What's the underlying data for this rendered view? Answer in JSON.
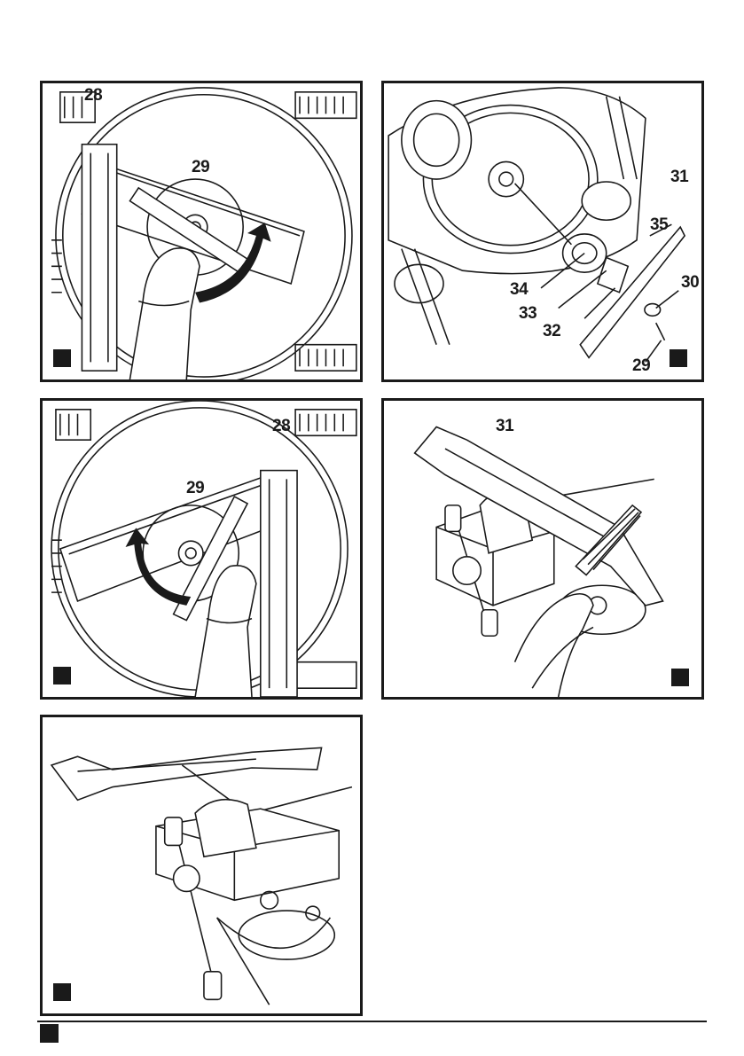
{
  "figures": [
    {
      "id": "A",
      "callouts": [
        "28",
        "29"
      ]
    },
    {
      "id": "B",
      "callouts": [
        "31",
        "35",
        "30",
        "34",
        "33",
        "32",
        "29"
      ]
    },
    {
      "id": "C",
      "callouts": [
        "28",
        "29"
      ]
    },
    {
      "id": "D",
      "callouts": [
        "31"
      ]
    },
    {
      "id": "E",
      "callouts": []
    }
  ],
  "colors": {
    "ink": "#1a1a1a",
    "paper": "#ffffff"
  }
}
